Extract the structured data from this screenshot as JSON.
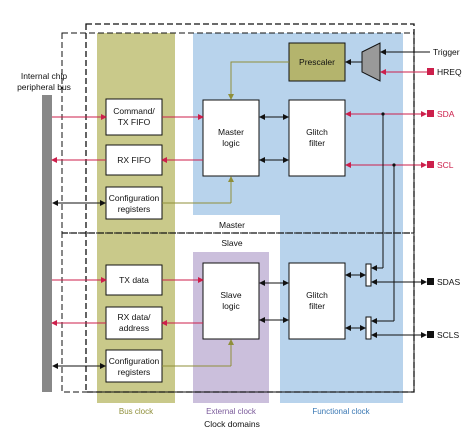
{
  "colors": {
    "bus_clock": "#c9c98a",
    "external_clock": "#cbbfdc",
    "functional_clock": "#b8d3ec",
    "prescaler": "#b4b46d",
    "red": "#cc1f4b",
    "olive": "#8f8f3a",
    "bus": "#888888"
  },
  "labels": {
    "bus_title_line1": "Internal chip",
    "bus_title_line2": "peripheral bus",
    "master": "Master",
    "slave": "Slave",
    "bus_clock": "Bus clock",
    "external_clock": "External clock",
    "functional_clock": "Functional clock",
    "clock_domains": "Clock domains"
  },
  "blocks": {
    "command_tx_fifo": [
      "Command/",
      "TX FIFO"
    ],
    "rx_fifo": [
      "RX FIFO"
    ],
    "config_regs_master": [
      "Configuration",
      "registers"
    ],
    "master_logic": [
      "Master",
      "logic"
    ],
    "glitch_filter_master": [
      "Glitch",
      "filter"
    ],
    "prescaler": [
      "Prescaler"
    ],
    "tx_data": [
      "TX data"
    ],
    "rx_data_address": [
      "RX data/",
      "address"
    ],
    "config_regs_slave": [
      "Configuration",
      "registers"
    ],
    "slave_logic": [
      "Slave",
      "logic"
    ],
    "glitch_filter_slave": [
      "Glitch",
      "filter"
    ]
  },
  "signals": {
    "trigger": "Trigger",
    "hreq": "HREQ",
    "sda": "SDA",
    "scl": "SCL",
    "sdas": "SDAS",
    "scls": "SCLS"
  }
}
